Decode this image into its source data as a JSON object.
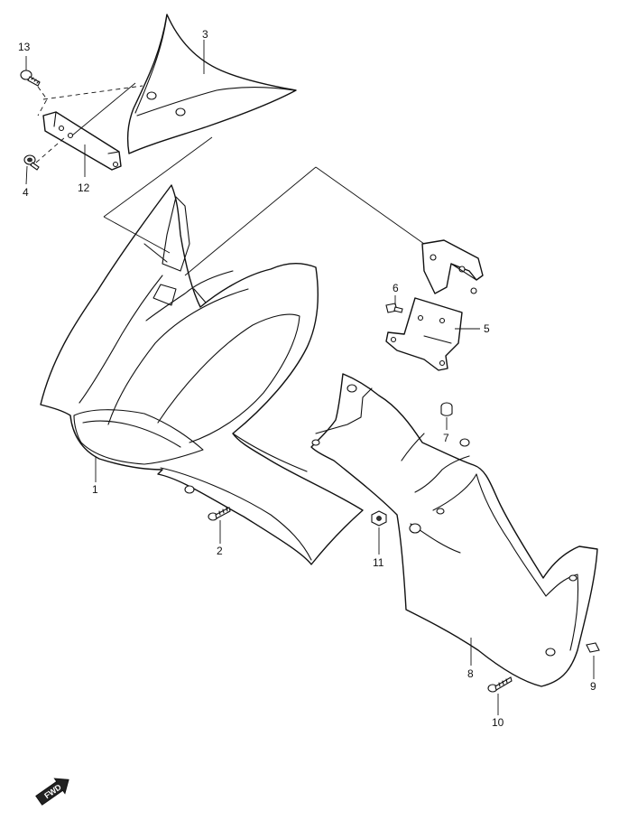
{
  "callouts": {
    "c1": "1",
    "c2": "2",
    "c3": "3",
    "c4": "4",
    "c5": "5",
    "c6": "6",
    "c7": "7",
    "c8": "8",
    "c9": "9",
    "c10": "10",
    "c11": "11",
    "c12": "12",
    "c13": "13"
  },
  "fwd_marker": "FWD"
}
